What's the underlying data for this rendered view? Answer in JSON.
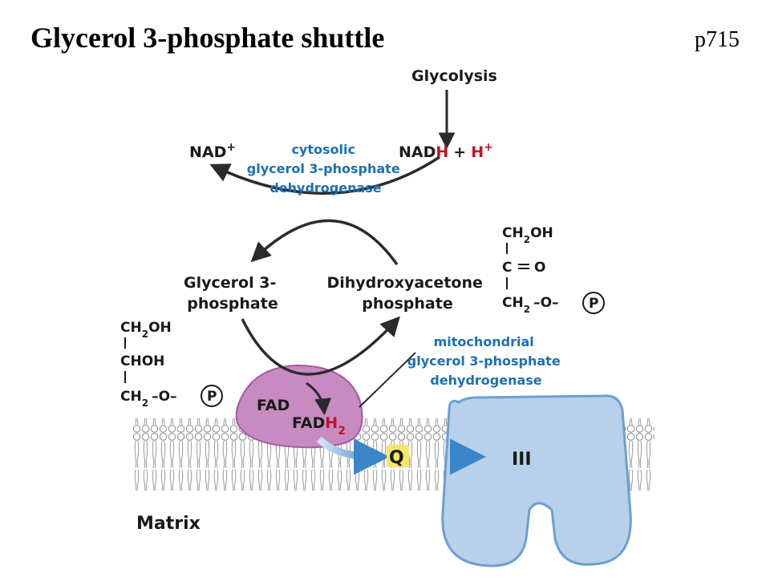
{
  "title": "Glycerol 3-phosphate shuttle",
  "page_ref": "p715",
  "glycolysis": "Glycolysis",
  "nad_plus": {
    "base": "NAD",
    "sup": "+"
  },
  "nadh": {
    "base": "NAD",
    "h": "H",
    "plus": "+",
    "h2": "H",
    "sup": "+"
  },
  "cytosolic_enzyme": [
    "cytosolic",
    "glycerol 3-phosphate",
    "dehydrogenase"
  ],
  "g3p": [
    "Glycerol 3-",
    "phosphate"
  ],
  "dhap": [
    "Dihydroxyacetone",
    "phosphate"
  ],
  "mito_enzyme": [
    "mitochondrial",
    "glycerol 3-phosphate",
    "dehydrogenase"
  ],
  "g3p_structure": {
    "row1": "CH",
    "row1_sub": "2",
    "row1_tail": "OH",
    "row2": "CHOH",
    "row3": "CH",
    "row3_sub": "2",
    "row3_tail": "–O–",
    "phosphate": "P"
  },
  "dhap_structure": {
    "row1": "CH",
    "row1_sub": "2",
    "row1_tail": "OH",
    "row2": "C",
    "row2_tail": "O",
    "row3": "CH",
    "row3_sub": "2",
    "row3_tail": "–O–",
    "phosphate": "P"
  },
  "fad": "FAD",
  "fadh2": {
    "base": "FAD",
    "h": "H",
    "sub": "2"
  },
  "q": "Q",
  "complex": "III",
  "matrix": "Matrix",
  "colors": {
    "blue": "#1d6fb3",
    "red": "#c0132e",
    "enzyme": "#c78bc1",
    "complex": "#b8d0ea",
    "q_highlight": "#f7e46b"
  }
}
